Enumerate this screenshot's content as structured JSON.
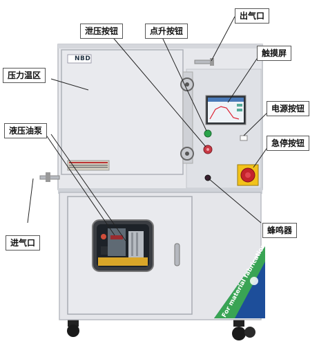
{
  "brand_mark": "NBD",
  "side_text": "For material fabrication",
  "callouts": {
    "outlet": "出气口",
    "relief_button": "泄压按钮",
    "jog_button": "点升按钮",
    "touchscreen": "触摸屏",
    "pressure_chamber": "压力温区",
    "power_button": "电源按钮",
    "hydraulic_pump": "液压油泵",
    "emergency_stop": "急停按钮",
    "inlet": "进气口",
    "buzzer": "蜂鸣器"
  },
  "colors": {
    "body": "#e7e8ec",
    "panel": "#d9dbe0",
    "relief_button": "#c83a45",
    "jog_button": "#2aa34a",
    "estop_yellow": "#f2c21a",
    "estop_red": "#c4232c",
    "ribbon_blue": "#1d4e9a",
    "ribbon_green": "#3dae4c"
  }
}
